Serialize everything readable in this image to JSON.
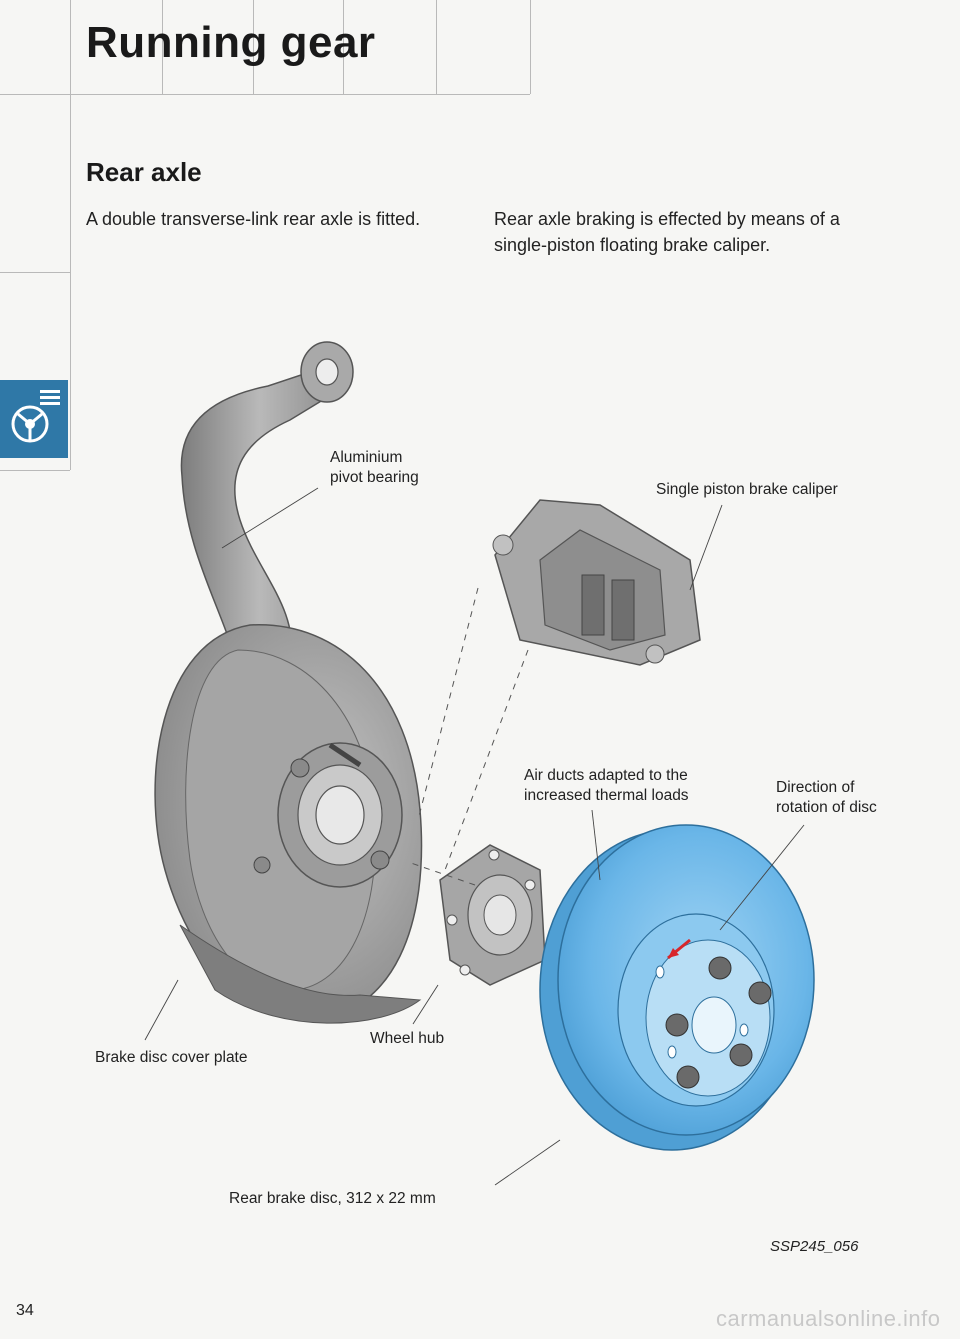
{
  "page": {
    "title": "Running gear",
    "page_number": "34",
    "footer_url": "carmanualsonline.info"
  },
  "section": {
    "heading": "Rear axle",
    "left_paragraph": "A double transverse-link rear axle is fitted.",
    "right_paragraph_line1": "Rear axle braking is effected by means of a",
    "right_paragraph_line2": "single-piston floating brake caliper."
  },
  "badge": {
    "icon": "steering-wheel-icon",
    "color": "#2f78a7"
  },
  "figure": {
    "labels": {
      "pivot_line1": "Aluminium",
      "pivot_line2": "pivot bearing",
      "caliper": "Single piston brake caliper",
      "ducts_line1": "Air ducts adapted to the",
      "ducts_line2": "increased thermal loads",
      "direction_line1": "Direction of",
      "direction_line2": "rotation of disc",
      "cover_plate": "Brake disc cover plate",
      "wheel_hub": "Wheel hub",
      "rear_disc": "Rear brake disc, 312 x 22 mm"
    },
    "code": "SSP245_056",
    "colors": {
      "disc": "#6ab6e8",
      "parts": "#9a9a9a",
      "arrow": "#d8262b"
    }
  }
}
